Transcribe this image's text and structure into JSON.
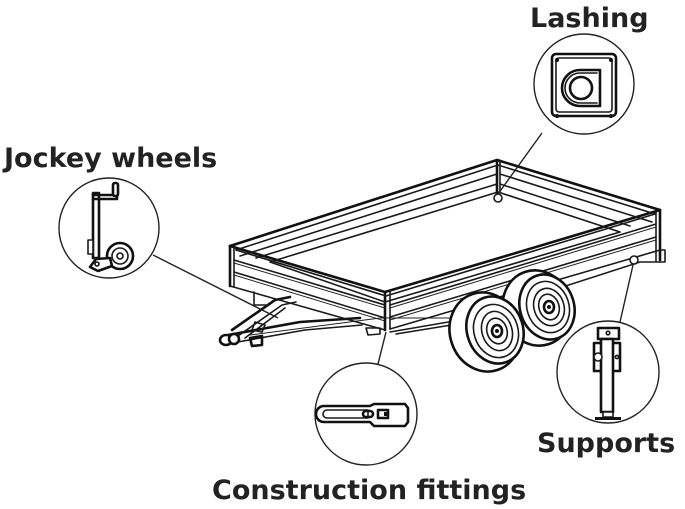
{
  "diagram": {
    "subject": "Flatbed trailer with tandem axle",
    "labels": {
      "lashing": "Lashing",
      "jockey_wheels": "Jockey wheels",
      "construction_fittings": "Construction fittings",
      "supports": "Supports"
    },
    "callouts": [
      {
        "id": "lashing",
        "icon": "lashing-ring-icon"
      },
      {
        "id": "jockey_wheels",
        "icon": "jockey-wheel-icon"
      },
      {
        "id": "construction_fittings",
        "icon": "fitting-latch-icon"
      },
      {
        "id": "supports",
        "icon": "support-leg-icon"
      }
    ],
    "colors": {
      "line": "#1a1a1a",
      "label": "#222222",
      "background": "#ffffff"
    }
  }
}
